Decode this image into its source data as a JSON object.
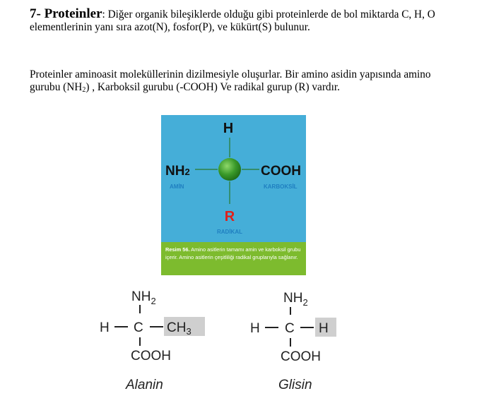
{
  "paragraph1": {
    "heading": "7- Proteinler",
    "text": ": Diğer organik bileşiklerde olduğu gibi proteinlerde de bol miktarda C, H, O elementlerinin yanı sıra azot(N), fosfor(P), ve kükürt(S) bulunur."
  },
  "paragraph2": {
    "part1": "Proteinler aminoasit moleküllerinin dizilmesiyle  oluşurlar. Bir amino asidin yapısında amino gurubu (NH",
    "sub": "2",
    "part2": ") , Karboksil gurubu (-COOH) Ve radikal gurup (R) vardır."
  },
  "figure": {
    "top_group": "H",
    "left_group": "NH",
    "left_group_sub": "2",
    "left_group_name": "AMİN",
    "right_group": "COOH",
    "right_group_name": "KARBOKSİL",
    "bottom_group": "R",
    "bottom_group_name": "RADİKAL",
    "caption_title": "Resim 56.",
    "caption_text": " Amino asitlerin tamamı amin ve karboksil grubu içerir. Amino asitlerin çeşitliliği radikal gruplarıyla sağlanır.",
    "colors": {
      "background": "#45aed8",
      "caption": "#7dbb2e",
      "sphere": "#3a9a2a",
      "group_name": "#1f7fc0",
      "radical": "#e0201a"
    }
  },
  "alanin": {
    "top": "NH",
    "top_sub": "2",
    "left": "H",
    "center": "C",
    "right": "CH",
    "right_sub": "3",
    "bottom": "COOH",
    "name": "Alanin"
  },
  "glisin": {
    "top": "NH",
    "top_sub": "2",
    "left": "H",
    "center": "C",
    "right": "H",
    "bottom": "COOH",
    "name": "Glisin"
  }
}
